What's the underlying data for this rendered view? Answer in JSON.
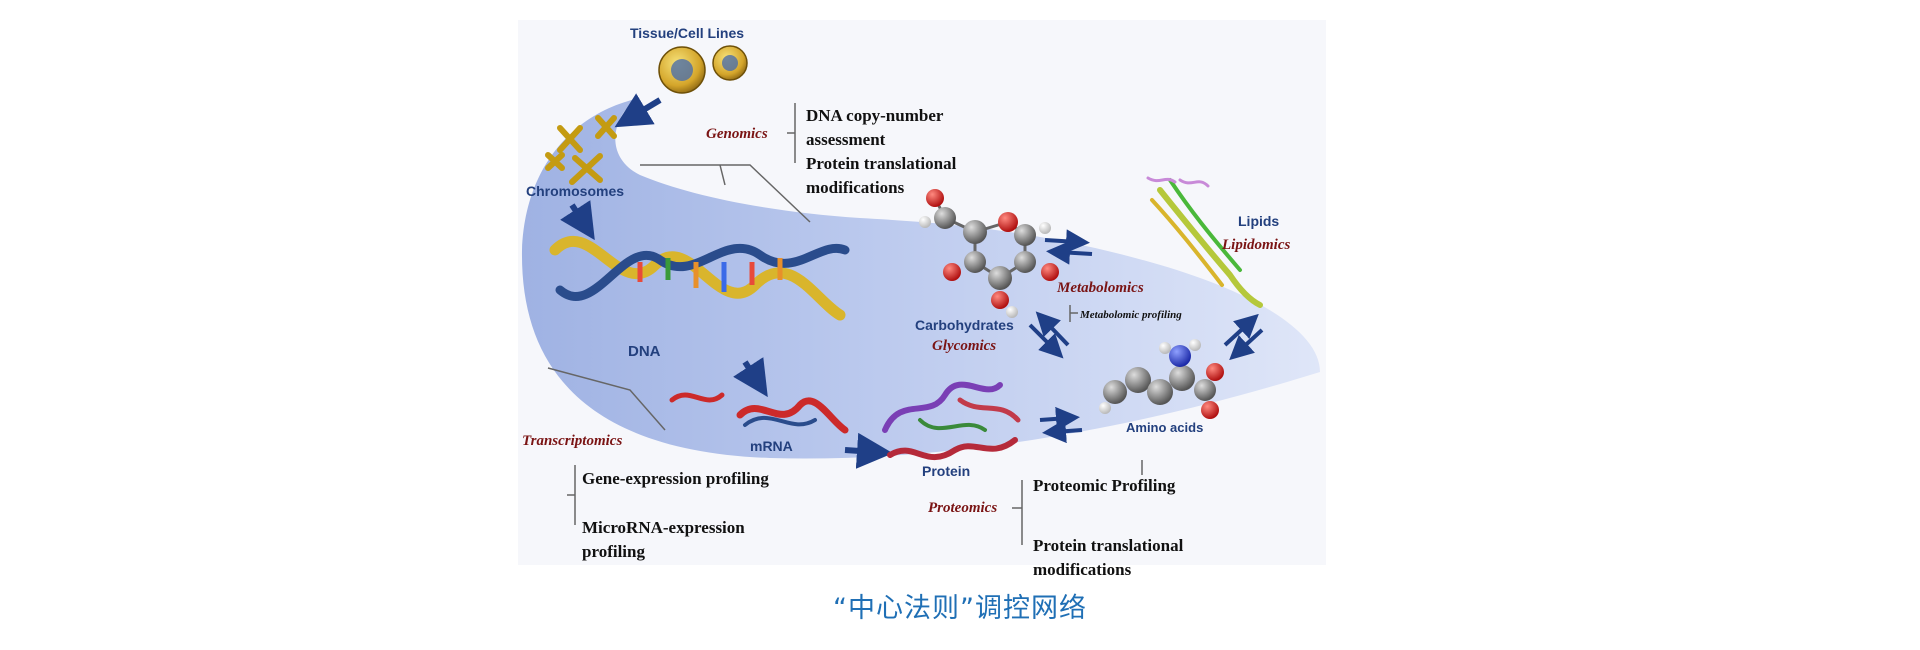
{
  "nodes": {
    "tissue": "Tissue/Cell Lines",
    "chromosomes": "Chromosomes",
    "dna": "DNA",
    "mrna": "mRNA",
    "protein": "Protein",
    "amino_acids": "Amino acids",
    "carbohydrates": "Carbohydrates",
    "lipids": "Lipids"
  },
  "omics": {
    "genomics": "Genomics",
    "transcriptomics": "Transcriptomics",
    "proteomics": "Proteomics",
    "metabolomics": "Metabolomics",
    "glycomics": "Glycomics",
    "lipidomics": "Lipidomics"
  },
  "details": {
    "genomics": [
      "DNA copy-number",
      "assessment",
      "Protein translational",
      "modifications"
    ],
    "transcriptomics": [
      "Gene-expression profiling",
      "MicroRNA-expression",
      "profiling"
    ],
    "proteomics": [
      "Proteomic Profiling",
      "Protein translational",
      "modifications"
    ],
    "metabolomics": [
      "Metabolomic profiling"
    ]
  },
  "caption": "“中心法则”调控网络",
  "colors": {
    "band": "#b8c6ec",
    "node_label": "#23407e",
    "omics_label": "#7a1414",
    "caption": "#1f6fb5",
    "arrow": "#1f3f87"
  }
}
